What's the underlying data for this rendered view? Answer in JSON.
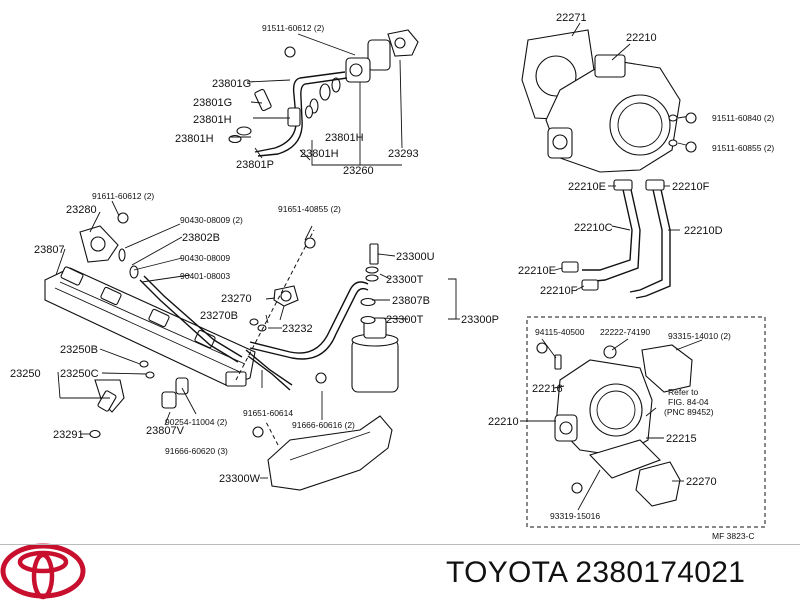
{
  "footer": {
    "brand": "TOYOTA",
    "part_number": "2380174021"
  },
  "diagram_code": "MF  3823-C",
  "refer_note": [
    "Refer to",
    "FIG. 84-04",
    "(PNC 89452)"
  ],
  "parts": [
    {
      "id": "91511-60612",
      "qty": "(2)"
    },
    {
      "id": "23801G"
    },
    {
      "id": "23801G"
    },
    {
      "id": "23801H"
    },
    {
      "id": "23801H"
    },
    {
      "id": "23801H"
    },
    {
      "id": "23801H"
    },
    {
      "id": "23801P"
    },
    {
      "id": "23260"
    },
    {
      "id": "23293"
    },
    {
      "id": "91611-60612",
      "qty": "(2)"
    },
    {
      "id": "23280"
    },
    {
      "id": "23807"
    },
    {
      "id": "90430-08009",
      "qty": "(2)"
    },
    {
      "id": "23802B"
    },
    {
      "id": "90430-08009"
    },
    {
      "id": "90401-08003"
    },
    {
      "id": "91651-40855",
      "qty": "(2)"
    },
    {
      "id": "23300U"
    },
    {
      "id": "23300T"
    },
    {
      "id": "23807B"
    },
    {
      "id": "23300T"
    },
    {
      "id": "23300P"
    },
    {
      "id": "23270"
    },
    {
      "id": "23270B"
    },
    {
      "id": "23232"
    },
    {
      "id": "23250B"
    },
    {
      "id": "23250"
    },
    {
      "id": "23250C"
    },
    {
      "id": "23291"
    },
    {
      "id": "23807V"
    },
    {
      "id": "90254-11004",
      "qty": "(2)"
    },
    {
      "id": "91651-60614"
    },
    {
      "id": "91666-60616",
      "qty": "(2)"
    },
    {
      "id": "91666-60620",
      "qty": "(3)"
    },
    {
      "id": "23300W"
    },
    {
      "id": "22271"
    },
    {
      "id": "22210"
    },
    {
      "id": "91511-60840",
      "qty": "(2)"
    },
    {
      "id": "91511-60855",
      "qty": "(2)"
    },
    {
      "id": "22210E"
    },
    {
      "id": "22210F"
    },
    {
      "id": "22210C"
    },
    {
      "id": "22210D"
    },
    {
      "id": "22210E"
    },
    {
      "id": "22210F"
    },
    {
      "id": "94115-40500"
    },
    {
      "id": "22222-74190"
    },
    {
      "id": "93315-14010",
      "qty": "(2)"
    },
    {
      "id": "22216"
    },
    {
      "id": "22210"
    },
    {
      "id": "22215"
    },
    {
      "id": "22270"
    },
    {
      "id": "93319-15016"
    }
  ]
}
